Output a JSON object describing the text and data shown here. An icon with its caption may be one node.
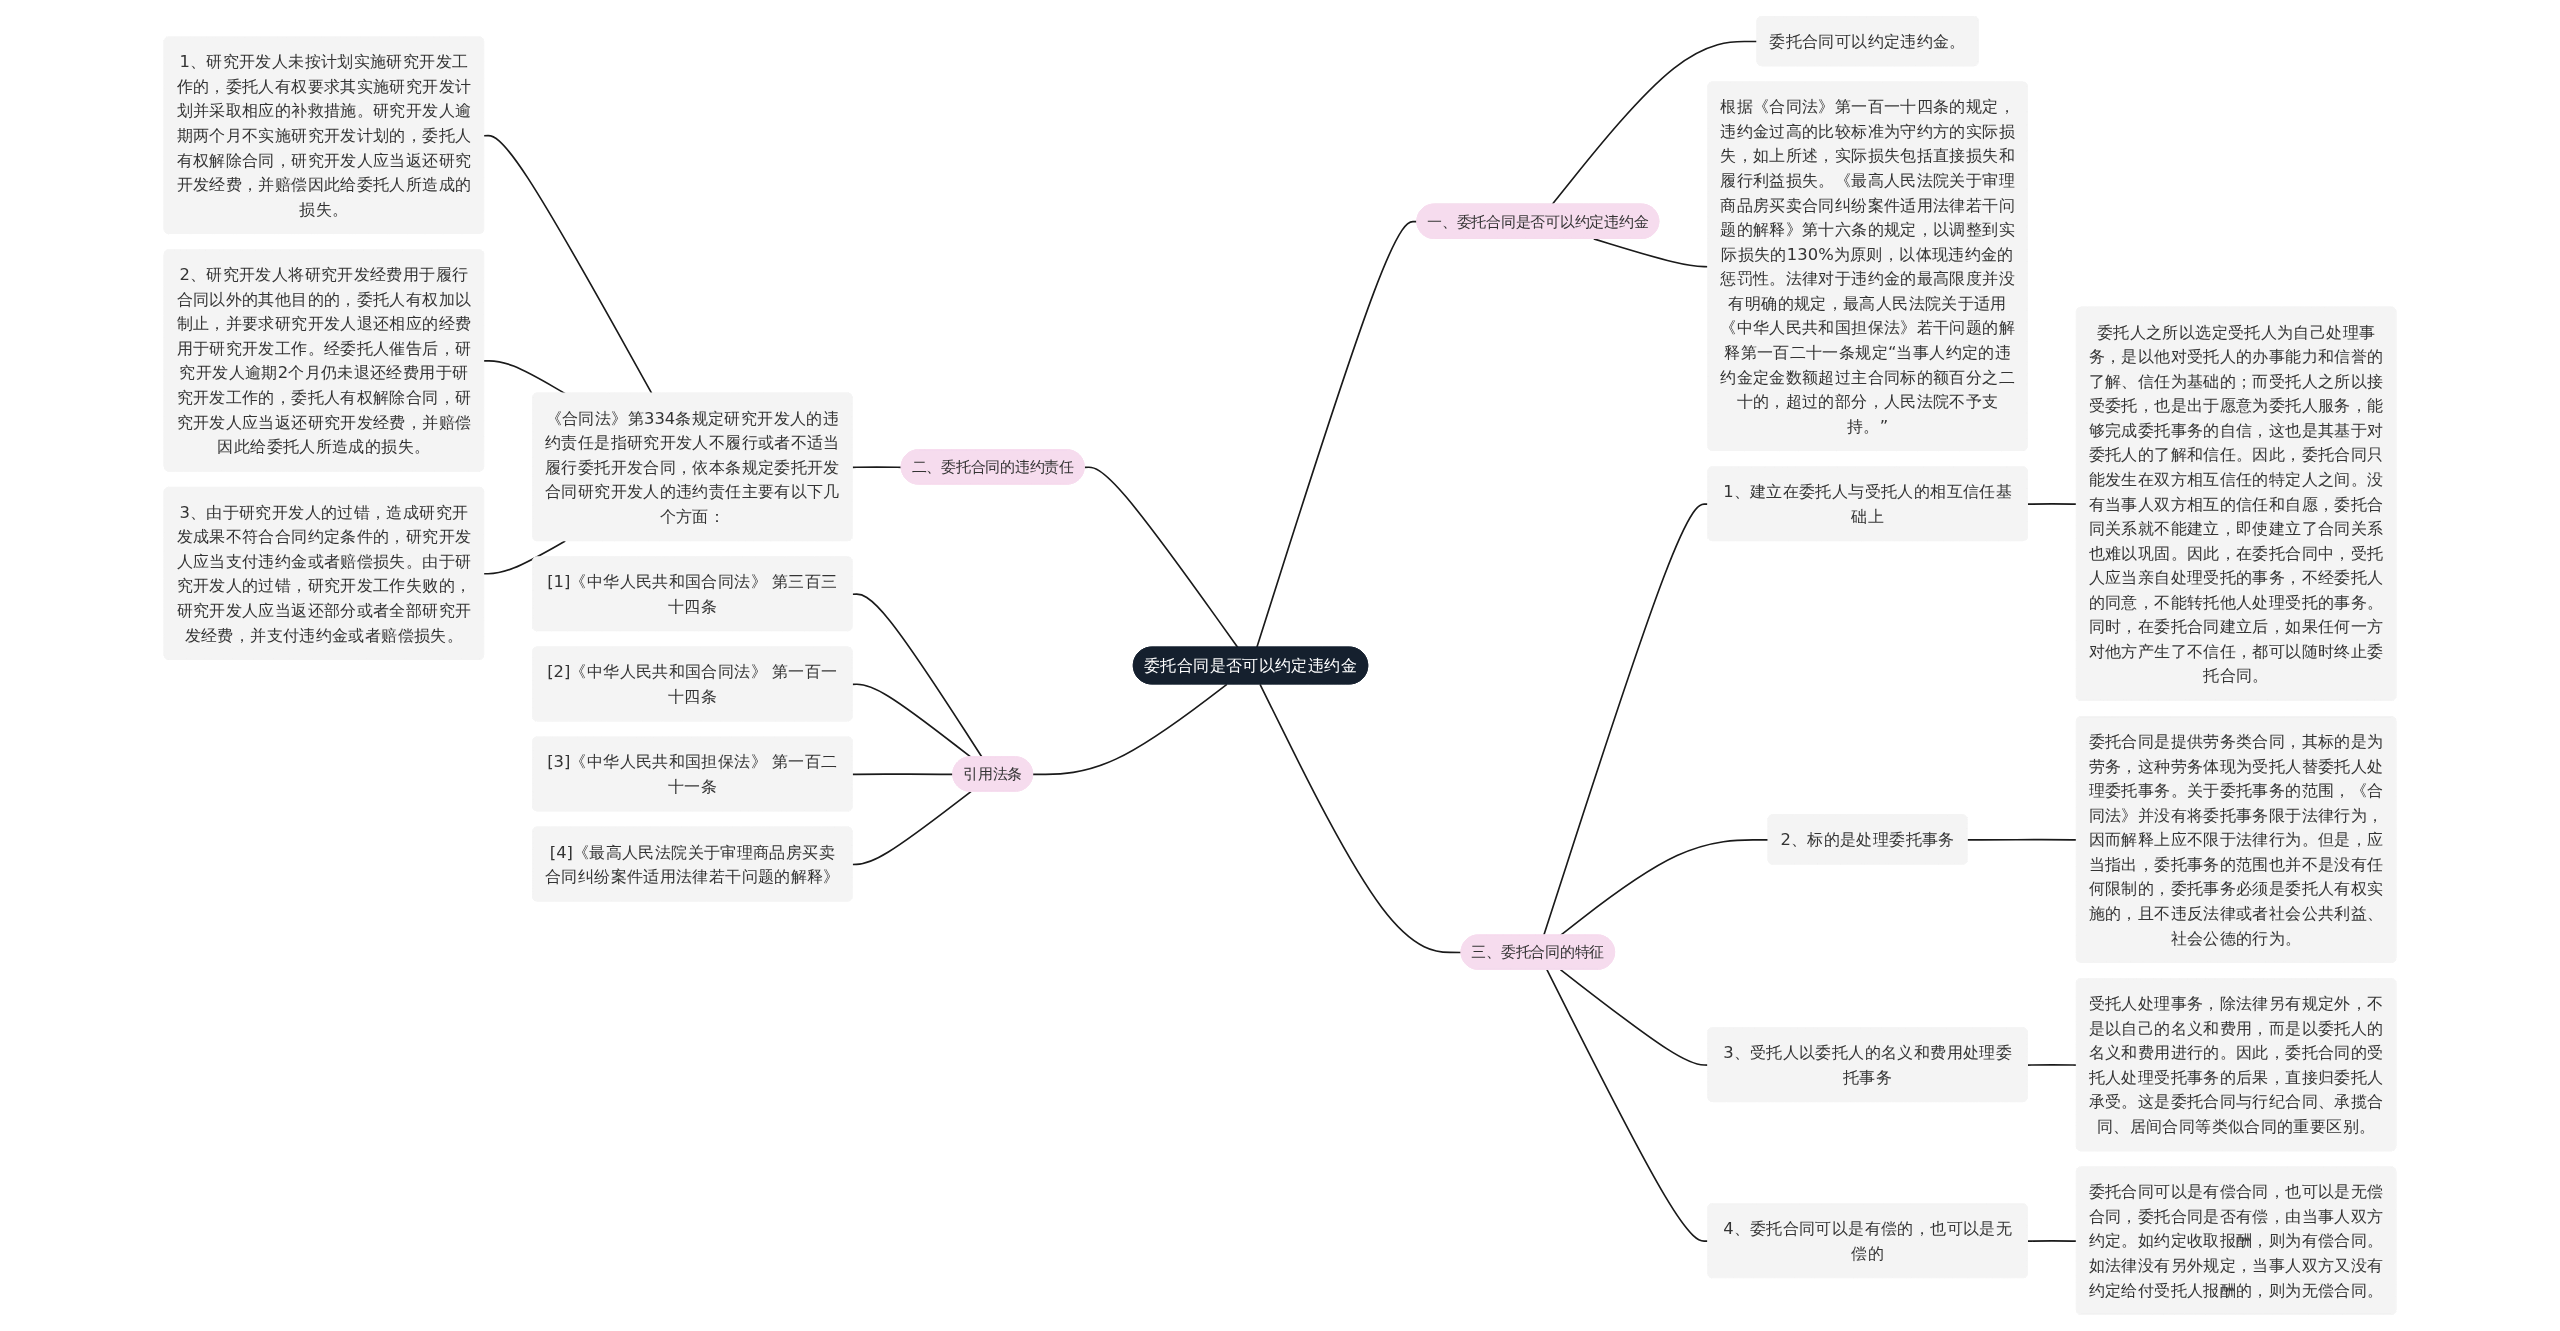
{
  "diagram": {
    "nodes": [
      {
        "text": [
          "委托合同是否可以约定违约金"
        ]
      },
      {
        "text": [
          "一、委托合同是否可以约定违约金"
        ]
      },
      {
        "text": [
          "委托合同可以约定违约金。"
        ]
      },
      {
        "text": [
          "根据《合同法》第一百一十四条的规定，违约金过高的比较标准为守约方的实际损失，如上所述，实际损失包括直接损失和履行利益损失。《最高人民法院关于审理商品房买卖合同纠纷案件适用法律若干问题的解释》第十六条的规定，以调整到实际损失的130%为原则，以体现违约金的惩罚性。法律对于违约金的最高限度并没有明确的规定，最高人民法院关于适用《中华人民共和国担保法》若干问题的解释第一百二十一条规定“当事人约定的违约金定金数额超过主合同标的额百分之二十的，超过的部分，人民法院不予支持。”"
        ]
      },
      {
        "text": [
          "二、委托合同的违约责任"
        ]
      },
      {
        "text": [
          "《合同法》第334条规定研究开发人的违约责任是指研究开发人不履行或者不适当履行委托开发合同，依本条规定委托开发合同研究开发人的违约责任主要有以下几个方面："
        ]
      },
      {
        "text": [
          "1、研究开发人未按计划实施研究开发工作的，委托人有权要求其实施研究开发计划并采取相应的补救措施。研究开发人逾期两个月不实施研究开发计划的，委托人有权解除合同，研究开发人应当返还研究开发经费，并赔偿因此给委托人所造成的损失。"
        ]
      },
      {
        "text": [
          "2、研究开发人将研究开发经费用于履行合同以外的其他目的的，委托人有权加以制止，并要求研究开发人退还相应的经费用于研究开发工作。经委托人催告后，研究开发人逾期2个月仍未退还经费用于研究开发工作的，委托人有权解除合同，研究开发人应当返还研究开发经费，并赔偿因此给委托人所造成的损失。"
        ]
      },
      {
        "text": [
          "3、由于研究开发人的过错，造成研究开发成果不符合合同约定条件的，研究开发人应当支付违约金或者赔偿损失。由于研究开发人的过错，研究开发工作失败的，研究开发人应当返还部分或者全部研究开发经费，并支付违约金或者赔偿损失。"
        ]
      },
      {
        "text": [
          "引用法条"
        ]
      },
      {
        "text": [
          "[1]《中华人民共和国合同法》 第三百三十四条"
        ]
      },
      {
        "text": [
          "[2]《中华人民共和国合同法》 第一百一十四条"
        ]
      },
      {
        "text": [
          "[3]《中华人民共和国担保法》 第一百二十一条"
        ]
      },
      {
        "text": [
          "[4]《最高人民法院关于审理商品房买卖合同纠纷案件适用法律若干问题的解释》"
        ]
      },
      {
        "text": [
          "三、委托合同的特征"
        ]
      },
      {
        "text": [
          "1、建立在委托人与受托人的相互信任基础上"
        ]
      },
      {
        "text": [
          "委托人之所以选定受托人为自己处理事务，是以他对受托人的办事能力和信誉的了解、信任为基础的；而受托人之所以接受委托，也是出于愿意为委托人服务，能够完成委托事务的自信，这也是其基于对委托人的了解和信任。因此，委托合同只能发生在双方相互信任的特定人之间。没有当事人双方相互的信任和自愿，委托合同关系就不能建立，即使建立了合同关系也难以巩固。因此，在委托合同中，受托人应当亲自处理受托的事务，不经委托人的同意，不能转托他人处理受托的事务。同时，在委托合同建立后，如果任何一方对他方产生了不信任，都可以随时终止委托合同。"
        ]
      },
      {
        "text": [
          "2、标的是处理委托事务"
        ]
      },
      {
        "text": [
          "委托合同是提供劳务类合同，其标的是为劳务，这种劳务体现为受托人替委托人处理委托事务。关于委托事务的范围，《合同法》并没有将委托事务限于法律行为，因而解释上应不限于法律行为。但是，应当指出，委托事务的范围也并不是没有任何限制的，委托事务必须是委托人有权实施的，且不违反法律或者社会公共利益、社会公德的行为。"
        ]
      },
      {
        "text": [
          "3、受托人以委托人的名义和费用处理委托事务"
        ]
      },
      {
        "text": [
          "受托人处理事务，除法律另有规定外，不是以自己的名义和费用，而是以委托人的名义和费用进行的。因此，委托合同的受托人处理受托事务的后果，直接归委托人承受。这是委托合同与行纪合同、承揽合同、居间合同等类似合同的重要区别。"
        ]
      },
      {
        "text": [
          "4、委托合同可以是有偿的，也可以是无偿的"
        ]
      },
      {
        "text": [
          "委托合同可以是有偿合同，也可以是无偿合同，委托合同是否有偿，由当事人双方约定。如约定收取报酬，则为有偿合同。如法律没有另外规定，当事人双方又没有约定给付受托人报酬的，则为无偿合同。"
        ]
      }
    ],
    "edges": [
      {
        "from": 0,
        "to": 1,
        "arrow": "none"
      },
      {
        "from": 1,
        "to": 2,
        "arrow": "none"
      },
      {
        "from": 1,
        "to": 3,
        "arrow": "none"
      },
      {
        "from": 4,
        "to": 0,
        "arrow": "none"
      },
      {
        "from": 5,
        "to": 4,
        "arrow": "none"
      },
      {
        "from": 6,
        "to": 5,
        "arrow": "none"
      },
      {
        "from": 7,
        "to": 5,
        "arrow": "none"
      },
      {
        "from": 8,
        "to": 5,
        "arrow": "none"
      },
      {
        "from": 9,
        "to": 0,
        "arrow": "none"
      },
      {
        "from": 10,
        "to": 9,
        "arrow": "none"
      },
      {
        "from": 11,
        "to": 9,
        "arrow": "none"
      },
      {
        "from": 12,
        "to": 9,
        "arrow": "none"
      },
      {
        "from": 13,
        "to": 9,
        "arrow": "none"
      },
      {
        "from": 0,
        "to": 14,
        "arrow": "none"
      },
      {
        "from": 14,
        "to": 15,
        "arrow": "none"
      },
      {
        "from": 15,
        "to": 16,
        "arrow": "none"
      },
      {
        "from": 14,
        "to": 17,
        "arrow": "none"
      },
      {
        "from": 17,
        "to": 18,
        "arrow": "none"
      },
      {
        "from": 14,
        "to": 19,
        "arrow": "none"
      },
      {
        "from": 19,
        "to": 20,
        "arrow": "none"
      },
      {
        "from": 14,
        "to": 21,
        "arrow": "none"
      },
      {
        "from": 21,
        "to": 22,
        "arrow": "none"
      }
    ]
  }
}
